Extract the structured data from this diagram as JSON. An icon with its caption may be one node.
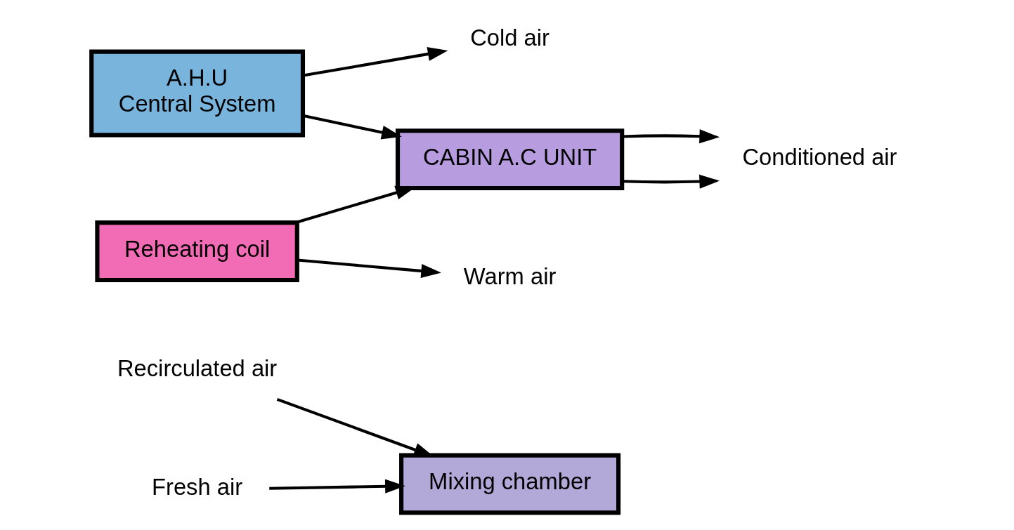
{
  "diagram": {
    "nodes": [
      {
        "text": [
          "Recirculated air"
        ]
      },
      {
        "text": [
          "Fresh air"
        ]
      },
      {
        "text": [
          "Mixing chamber"
        ]
      },
      {
        "text": [
          "A.H.U",
          "Central System"
        ]
      },
      {
        "text": [
          "Reheating coil"
        ]
      },
      {
        "text": [
          "CABIN A.C UNIT"
        ]
      },
      {
        "text": [
          "Conditioned air"
        ]
      },
      {
        "text": [
          "Warm air"
        ]
      },
      {
        "text": [
          "Cold air"
        ]
      }
    ],
    "edges": [
      {
        "from": 0,
        "to": 2,
        "arrow": "to"
      },
      {
        "from": 1,
        "to": 2,
        "arrow": "to"
      },
      {
        "from": 3,
        "to": 8,
        "arrow": "to"
      },
      {
        "from": 3,
        "to": 5,
        "arrow": "to"
      },
      {
        "from": 4,
        "to": 7,
        "arrow": "to"
      },
      {
        "from": 4,
        "to": 5,
        "arrow": "to"
      },
      {
        "from": 5,
        "to": 6,
        "arrow": "to"
      },
      {
        "from": 5,
        "to": 6,
        "arrow": "to"
      }
    ]
  }
}
